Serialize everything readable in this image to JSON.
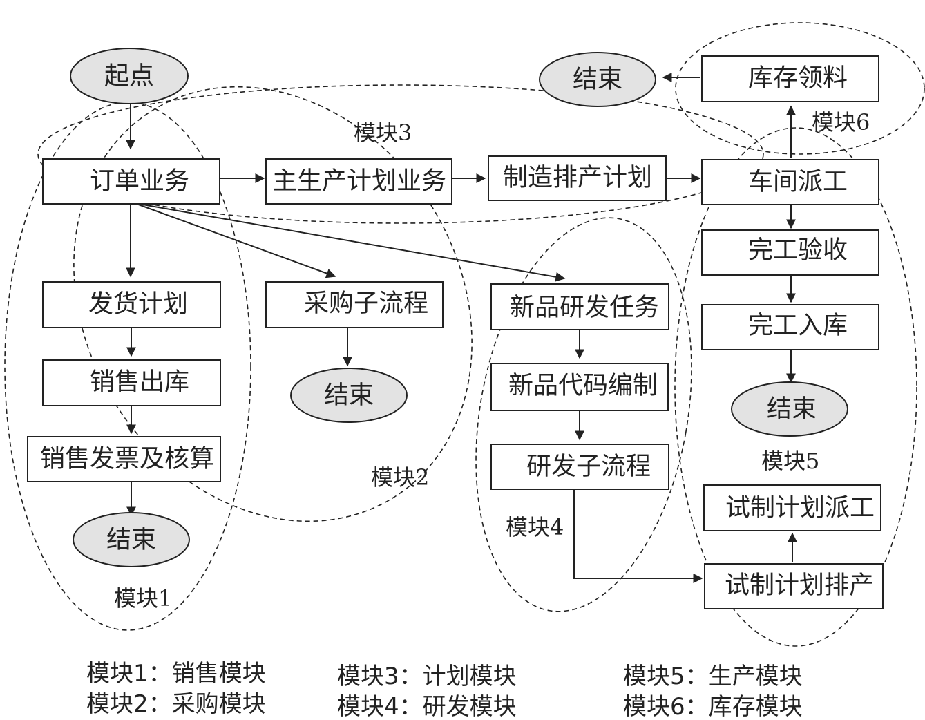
{
  "nodes": {
    "start": "起点",
    "order": "订单业务",
    "mps": "主生产计划业务",
    "mfg_schedule": "制造排产计划",
    "dispatch": "车间派工",
    "stock_pick": "库存领料",
    "end_stock": "结束",
    "delivery_plan": "发货计划",
    "sales_out": "销售出库",
    "sales_invoice": "销售发票及核算",
    "end_sales": "结束",
    "purchase": "采购子流程",
    "end_purchase": "结束",
    "rd_task": "新品研发任务",
    "code_prep": "新品代码编制",
    "rd_sub": "研发子流程",
    "completion_check": "完工验收",
    "completion_store": "完工入库",
    "end_prod": "结束",
    "trial_dispatch": "试制计划派工",
    "trial_schedule": "试制计划排产"
  },
  "module_labels": {
    "m1": "模块1",
    "m2": "模块2",
    "m3": "模块3",
    "m4": "模块4",
    "m5": "模块5",
    "m6": "模块6"
  },
  "legend": {
    "m1": "模块1：销售模块",
    "m2": "模块2：采购模块",
    "m3": "模块3：计划模块",
    "m4": "模块4：研发模块",
    "m5": "模块5：生产模块",
    "m6": "模块6：库存模块"
  }
}
